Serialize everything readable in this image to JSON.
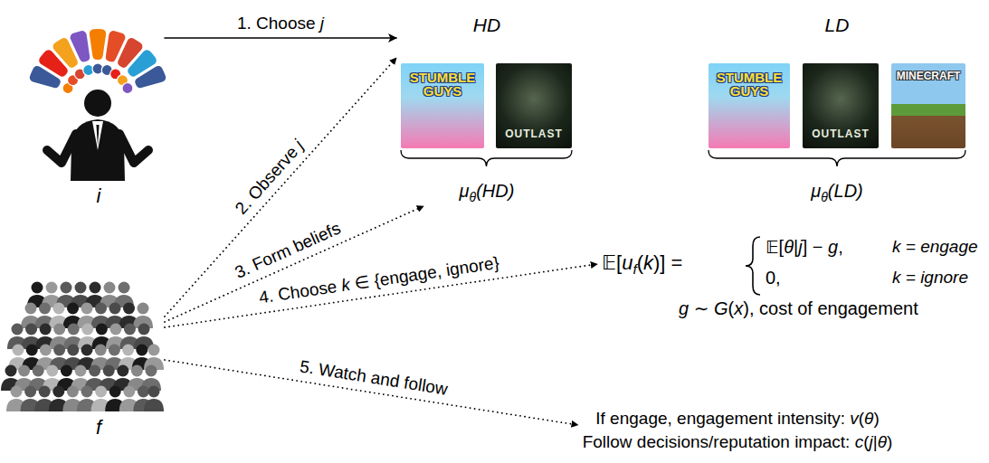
{
  "diagram": {
    "nodes": [
      {
        "text": [
          "i"
        ]
      },
      {
        "text": [
          "HD",
          "μθ(HD)"
        ]
      },
      {
        "text": [
          "STUMBLE GUYS"
        ],
        "in": 1
      },
      {
        "text": [
          "OUTLAST"
        ],
        "in": 1
      },
      {
        "text": [
          "LD",
          "μθ(LD)"
        ]
      },
      {
        "text": [
          "STUMBLE GUYS"
        ],
        "in": 4
      },
      {
        "text": [
          "OUTLAST"
        ],
        "in": 4
      },
      {
        "text": [
          "MINECRAFT"
        ],
        "in": 4
      },
      {
        "text": [
          "f"
        ]
      },
      {
        "text": [
          "𝔼[uf(k)] =",
          "𝔼[θ|j] − g,",
          "k = engage",
          "0,",
          "k = ignore",
          "g ∼ G(x), cost of engagement"
        ]
      },
      {
        "text": [
          "If engage, engagement intensity: v(θ)",
          "Follow decisions/reputation impact: c(j|θ)"
        ]
      }
    ],
    "edges": [
      {
        "from": 0,
        "to": 1,
        "arrow": "to",
        "label": "1. Choose j"
      },
      {
        "from": 8,
        "to": 1,
        "arrow": "to",
        "label": "2. Observe j"
      },
      {
        "from": 8,
        "to": 1,
        "arrow": "to",
        "label": "3. Form beliefs"
      },
      {
        "from": 8,
        "to": 9,
        "arrow": "to",
        "label": "4. Choose k ∈ {engage, ignore}"
      },
      {
        "from": 8,
        "to": 10,
        "arrow": "to",
        "label": "5. Watch and follow"
      }
    ]
  }
}
